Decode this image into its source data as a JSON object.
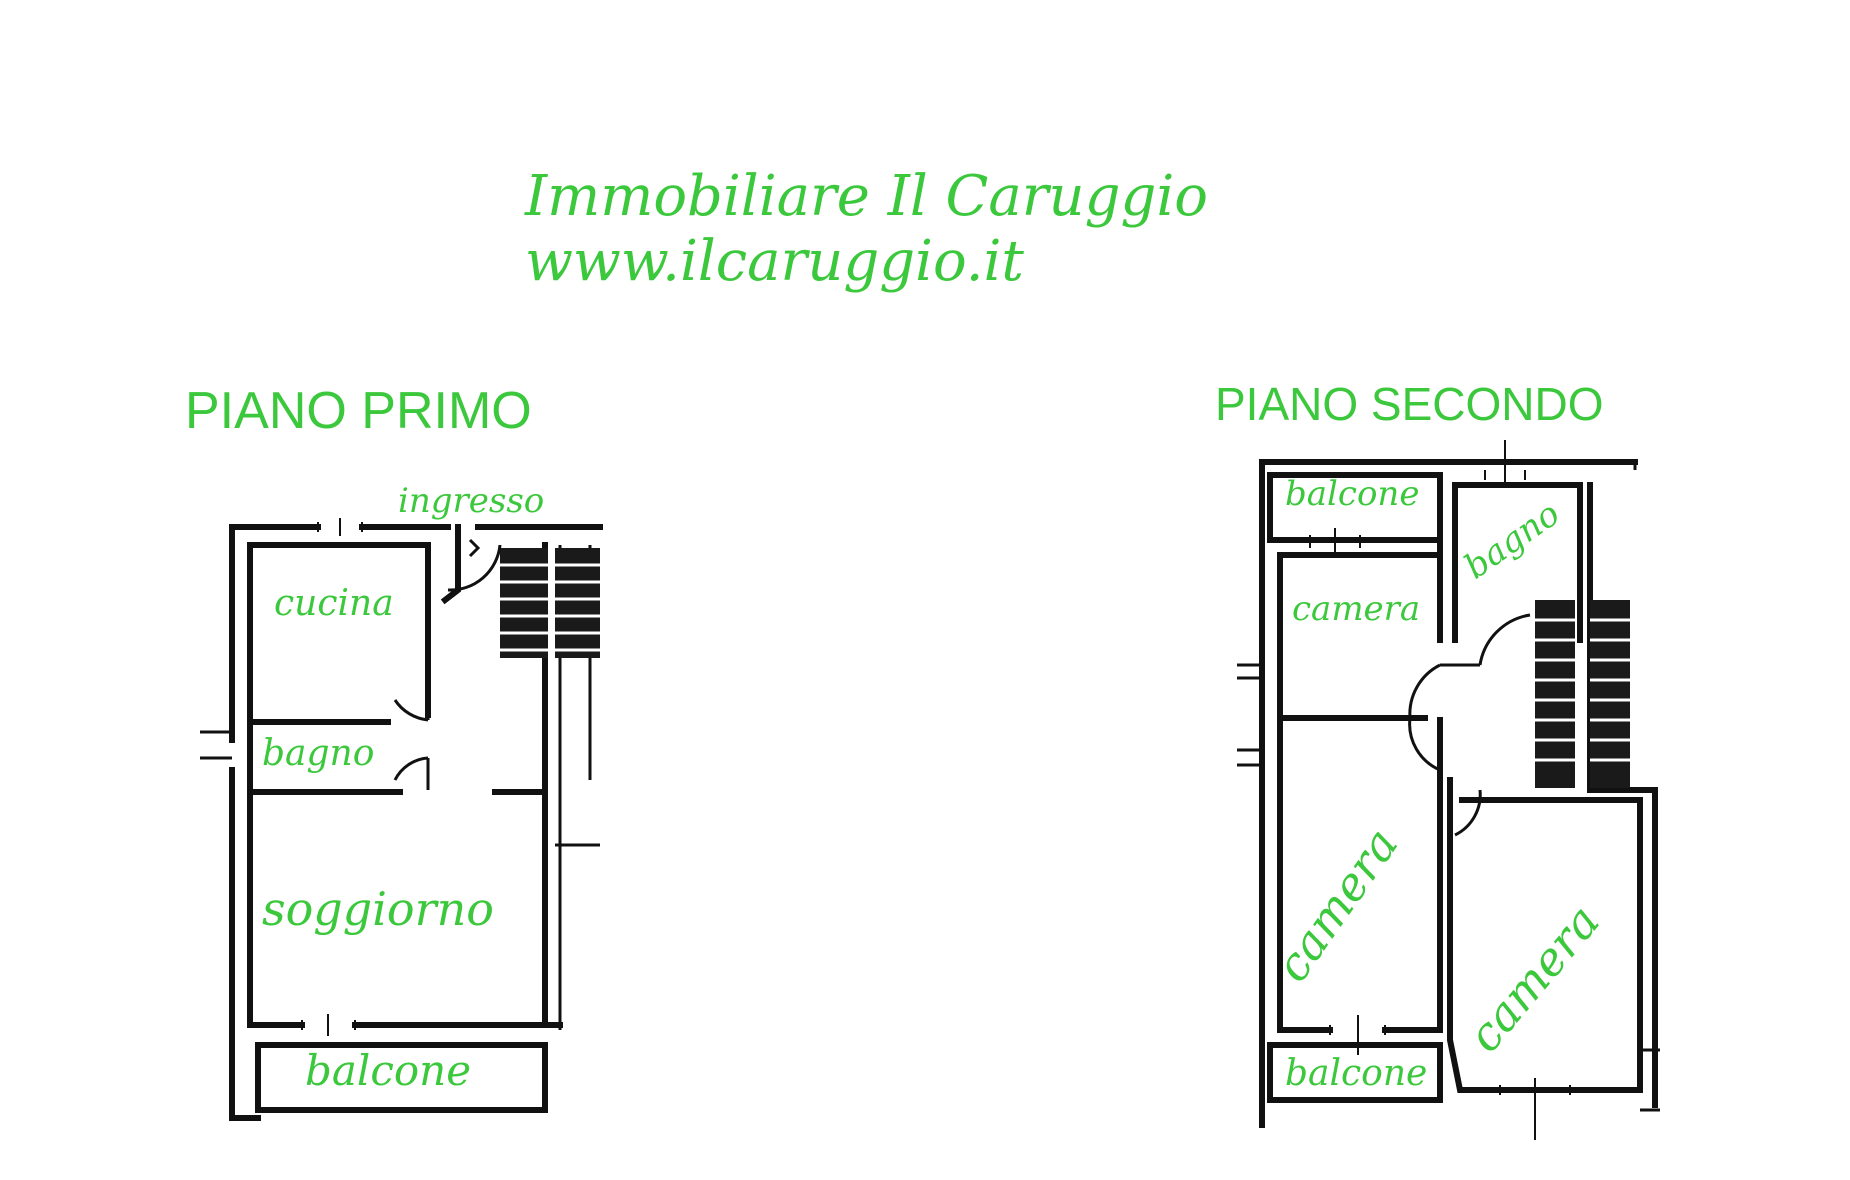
{
  "header": {
    "agency": "Immobiliare Il Caruggio",
    "website": "www.ilcaruggio.it"
  },
  "floors": [
    {
      "title": "PIANO PRIMO",
      "rooms": [
        "ingresso",
        "cucina",
        "bagno",
        "soggiorno",
        "balcone"
      ]
    },
    {
      "title": "PIANO SECONDO",
      "rooms": [
        "balcone",
        "bagno",
        "camera",
        "camera",
        "camera",
        "balcone"
      ]
    }
  ],
  "colors": {
    "label": "#3cc83c",
    "wall": "#111111"
  }
}
